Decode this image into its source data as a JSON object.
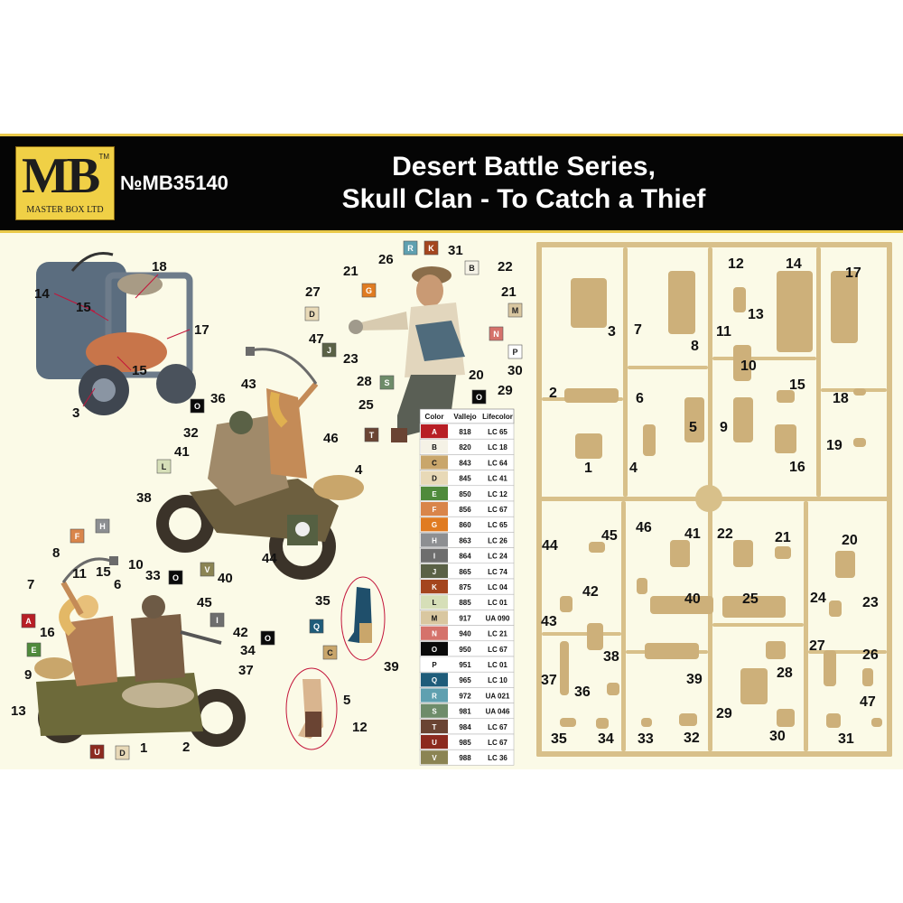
{
  "header": {
    "logo_text": "MB",
    "logo_tm": "TM",
    "logo_sub": "MASTER BOX LTD",
    "kit_number": "№MB35140",
    "title_line1": "Desert Battle Series,",
    "title_line2": "Skull Clan - To Catch a Thief"
  },
  "colors": {
    "banner": "#050505",
    "banner_border": "#e9c94a",
    "logo_bg": "#f0d046",
    "sheet_bg": "#fbfae7",
    "sprue": "#d8c08a",
    "leader": "#c3143a"
  },
  "color_table": {
    "headers": [
      "Color",
      "Vallejo",
      "Lifecolor"
    ],
    "rows": [
      {
        "code": "A",
        "vallejo": "818",
        "lifecolor": "LC 65",
        "hex": "#b81e25"
      },
      {
        "code": "B",
        "vallejo": "820",
        "lifecolor": "LC 18",
        "hex": "#f5f2e6"
      },
      {
        "code": "C",
        "vallejo": "843",
        "lifecolor": "LC 64",
        "hex": "#c9a66b"
      },
      {
        "code": "D",
        "vallejo": "845",
        "lifecolor": "LC 41",
        "hex": "#e8d9b7"
      },
      {
        "code": "E",
        "vallejo": "850",
        "lifecolor": "LC 12",
        "hex": "#4f8a3b"
      },
      {
        "code": "F",
        "vallejo": "856",
        "lifecolor": "LC 67",
        "hex": "#d9854a"
      },
      {
        "code": "G",
        "vallejo": "860",
        "lifecolor": "LC 65",
        "hex": "#e07b21"
      },
      {
        "code": "H",
        "vallejo": "863",
        "lifecolor": "LC 26",
        "hex": "#8d8f92"
      },
      {
        "code": "I",
        "vallejo": "864",
        "lifecolor": "LC 24",
        "hex": "#6e6e6e"
      },
      {
        "code": "J",
        "vallejo": "865",
        "lifecolor": "LC 74",
        "hex": "#5a6146"
      },
      {
        "code": "K",
        "vallejo": "875",
        "lifecolor": "LC 04",
        "hex": "#a4451e"
      },
      {
        "code": "L",
        "vallejo": "885",
        "lifecolor": "LC 01",
        "hex": "#d6dfb8"
      },
      {
        "code": "M",
        "vallejo": "917",
        "lifecolor": "UA 090",
        "hex": "#d9c7a0"
      },
      {
        "code": "N",
        "vallejo": "940",
        "lifecolor": "LC 21",
        "hex": "#d5726b"
      },
      {
        "code": "O",
        "vallejo": "950",
        "lifecolor": "LC 67",
        "hex": "#0a0a0a"
      },
      {
        "code": "P",
        "vallejo": "951",
        "lifecolor": "LC 01",
        "hex": "#ffffff"
      },
      {
        "code": "Q",
        "vallejo": "965",
        "lifecolor": "LC 10",
        "hex": "#1f5c7a"
      },
      {
        "code": "R",
        "vallejo": "972",
        "lifecolor": "UA 021",
        "hex": "#5fa0b0"
      },
      {
        "code": "S",
        "vallejo": "981",
        "lifecolor": "UA 046",
        "hex": "#6e8c6a"
      },
      {
        "code": "T",
        "vallejo": "984",
        "lifecolor": "LC 67",
        "hex": "#6a4433"
      },
      {
        "code": "U",
        "vallejo": "985",
        "lifecolor": "LC 67",
        "hex": "#8c2a1f"
      },
      {
        "code": "V",
        "vallejo": "988",
        "lifecolor": "LC 36",
        "hex": "#8b8453"
      }
    ]
  },
  "callouts": {
    "sidecar": [
      "18",
      "14",
      "15",
      "17",
      "15",
      "3"
    ],
    "thief": [
      "26",
      "31",
      "21",
      "22",
      "27",
      "21",
      "23",
      "20",
      "30",
      "28",
      "25",
      "29",
      "47"
    ],
    "thief_codes": [
      "R",
      "K",
      "B",
      "G",
      "M",
      "D",
      "N",
      "J",
      "P",
      "S",
      "O",
      "T"
    ],
    "rider1": [
      "36",
      "43",
      "32",
      "46",
      "41",
      "4",
      "38",
      "40",
      "44"
    ],
    "rider1_codes": [
      "O",
      "L",
      "V"
    ],
    "rider2": [
      "8",
      "11",
      "15",
      "6",
      "10",
      "33",
      "7",
      "16",
      "45",
      "42",
      "9",
      "34",
      "37",
      "13",
      "1",
      "2"
    ],
    "rider2_codes": [
      "F",
      "H",
      "A",
      "E",
      "O",
      "I",
      "O",
      "U",
      "D"
    ],
    "legs": [
      "35",
      "39",
      "5",
      "12"
    ],
    "legs_codes": [
      "Q",
      "C"
    ]
  },
  "sprue_numbers": [
    "3",
    "7",
    "12",
    "14",
    "17",
    "8",
    "11",
    "13",
    "10",
    "2",
    "6",
    "15",
    "18",
    "5",
    "9",
    "1",
    "4",
    "19",
    "16",
    "44",
    "45",
    "46",
    "41",
    "22",
    "21",
    "20",
    "42",
    "40",
    "25",
    "24",
    "23",
    "43",
    "38",
    "27",
    "26",
    "37",
    "36",
    "39",
    "28",
    "29",
    "47",
    "35",
    "34",
    "33",
    "32",
    "30",
    "31"
  ]
}
